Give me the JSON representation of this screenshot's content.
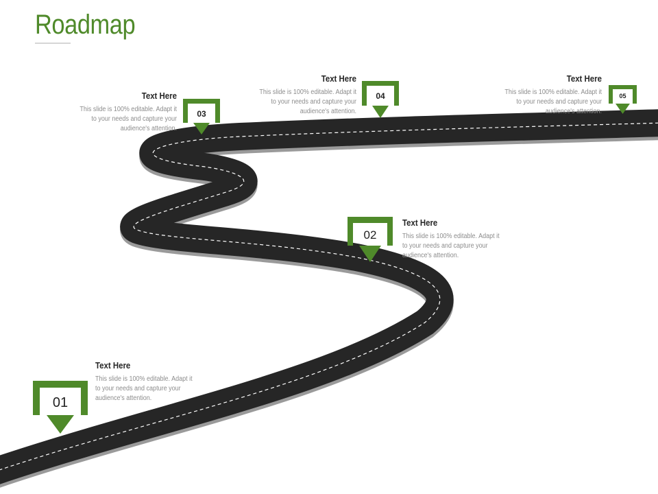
{
  "slide": {
    "title": "Roadmap"
  },
  "colors": {
    "accent": "#4f8a2a",
    "road": "#262626",
    "road_shadow": "#9a9a9a",
    "lane_marking": "#ffffff",
    "heading_text": "#262626",
    "body_text": "#8c8c8c"
  },
  "milestones": [
    {
      "number": "01",
      "heading": "Text Here",
      "description": "This slide is 100% editable. Adapt it to your needs and capture your audience's attention."
    },
    {
      "number": "02",
      "heading": "Text Here",
      "description": "This slide is 100% editable. Adapt it to your needs and capture your audience's attention."
    },
    {
      "number": "03",
      "heading": "Text Here",
      "description": "This slide is 100% editable. Adapt it to your needs and capture your audience's attention."
    },
    {
      "number": "04",
      "heading": "Text Here",
      "description": "This slide is 100% editable. Adapt it to your needs and capture your audience's attention."
    },
    {
      "number": "05",
      "heading": "Text Here",
      "description": "This slide is 100% editable. Adapt it to your needs and capture your audience's attention."
    }
  ]
}
